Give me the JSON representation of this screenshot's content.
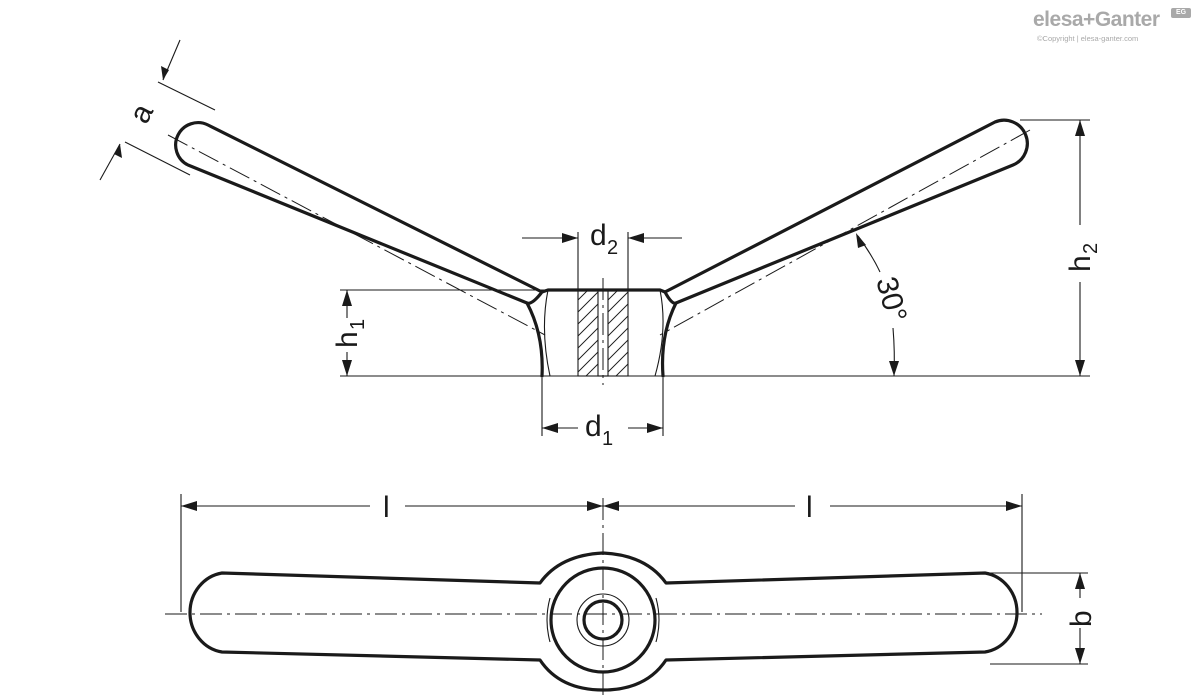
{
  "brand": {
    "name": "elesa+Ganter",
    "copyright": "©Copyright | elesa-ganter.com",
    "badge": "EG"
  },
  "dimensions": {
    "a": "a",
    "d": "d",
    "d1_sub": "1",
    "d2_sub": "2",
    "h": "h",
    "h1_sub": "1",
    "h2_sub": "2",
    "angle": "30°",
    "l": "l",
    "b": "b"
  },
  "colors": {
    "line": "#1a1a1a",
    "logo": "#a9a9a9"
  }
}
